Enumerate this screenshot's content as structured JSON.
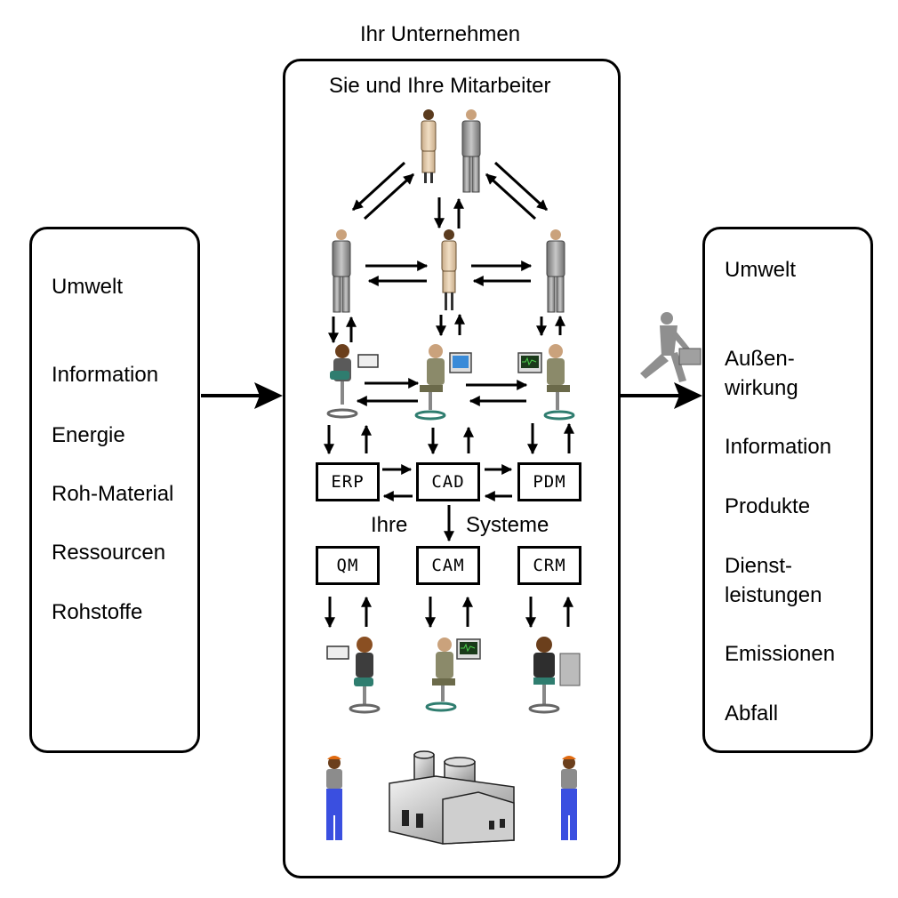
{
  "title": "Ihr Unternehmen",
  "company_subtitle": "Sie und Ihre Mitarbeiter",
  "inputs": {
    "items": [
      "Umwelt",
      "Information",
      "Energie",
      "Roh-Material",
      "Ressourcen",
      "Rohstoffe"
    ]
  },
  "outputs": {
    "items": [
      "Umwelt",
      "Außen-\nwirkung",
      "Information",
      "Produkte",
      "Dienst-\nleistungen",
      "Emissionen",
      "Abfall"
    ]
  },
  "systems": {
    "erp": "ERP",
    "cad": "CAD",
    "pdm": "PDM",
    "qm": "QM",
    "cam": "CAM",
    "crm": "CRM"
  },
  "systems_caption": {
    "left": "Ihre",
    "right": "Systeme"
  },
  "icons": [
    "businesswoman-icon",
    "businessman-icon",
    "office-worker-icon",
    "computer-icon",
    "factory-icon",
    "factory-worker-icon",
    "running-businessman-icon"
  ]
}
